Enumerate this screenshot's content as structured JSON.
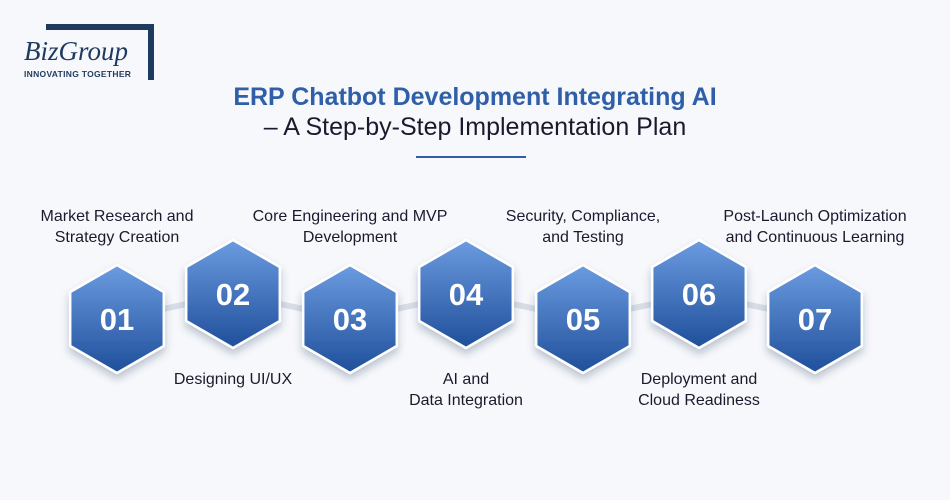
{
  "logo": {
    "name": "BizGroup",
    "tagline": "INNOVATING TOGETHER"
  },
  "title": {
    "line1": "ERP Chatbot Development Integrating AI",
    "line2": "– A Step-by-Step Implementation Plan"
  },
  "colors": {
    "accent": "#2e5fa8",
    "hex_dark": "#1f4f9a",
    "hex_light": "#6b9be0",
    "connector": "#d7dde6",
    "text": "#1a1a2e"
  },
  "steps": [
    {
      "number": "01",
      "label": "Market Research and Strategy Creation",
      "label_position": "top"
    },
    {
      "number": "02",
      "label": "Designing UI/UX",
      "label_position": "bottom"
    },
    {
      "number": "03",
      "label": "Core Engineering and MVP Development",
      "label_position": "top"
    },
    {
      "number": "04",
      "label": "AI and Data Integration",
      "label_position": "bottom"
    },
    {
      "number": "05",
      "label": "Security, Compliance, and Testing",
      "label_position": "top"
    },
    {
      "number": "06",
      "label": "Deployment and Cloud Readiness",
      "label_position": "bottom"
    },
    {
      "number": "07",
      "label": "Post-Launch Optimization and Continuous Learning",
      "label_position": "top"
    }
  ]
}
